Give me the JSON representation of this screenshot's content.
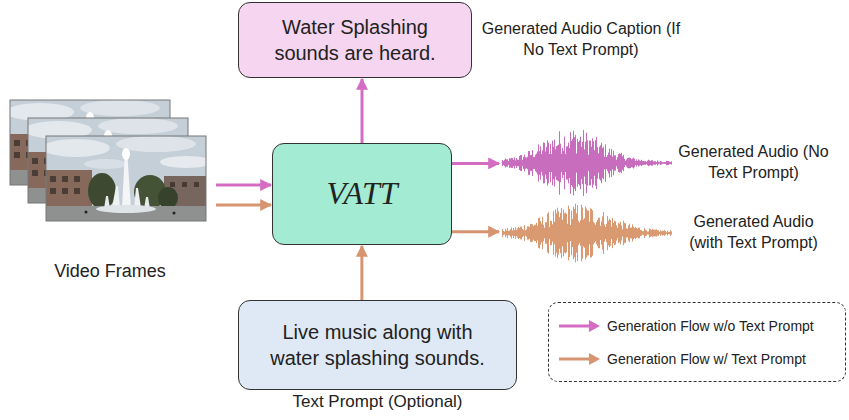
{
  "diagram": {
    "nodes": [
      {
        "text": [
          "Water Splashing sounds are heard.",
          "Generated Audio Caption (If No Text Prompt)"
        ]
      },
      {
        "text": [
          "Video Frames"
        ]
      },
      {
        "text": [
          "VATT"
        ]
      },
      {
        "text": [
          "Generated Audio (No Text Prompt)"
        ]
      },
      {
        "text": [
          "Generated Audio (with Text Prompt)"
        ]
      },
      {
        "text": [
          "Live music along with water splashing sounds.",
          "Text Prompt (Optional)"
        ]
      }
    ],
    "edges": [
      {
        "from": 1,
        "to": 2,
        "arrow": "to"
      },
      {
        "from": 1,
        "to": 2,
        "arrow": "to"
      },
      {
        "from": 2,
        "to": 0,
        "arrow": "to"
      },
      {
        "from": 2,
        "to": 3,
        "arrow": "to"
      },
      {
        "from": 2,
        "to": 4,
        "arrow": "to"
      },
      {
        "from": 5,
        "to": 2,
        "arrow": "to"
      }
    ],
    "legend": [
      {
        "text": "Generation Flow w/o Text Prompt"
      },
      {
        "text": "Generation Flow w/ Text Prompt"
      }
    ]
  }
}
